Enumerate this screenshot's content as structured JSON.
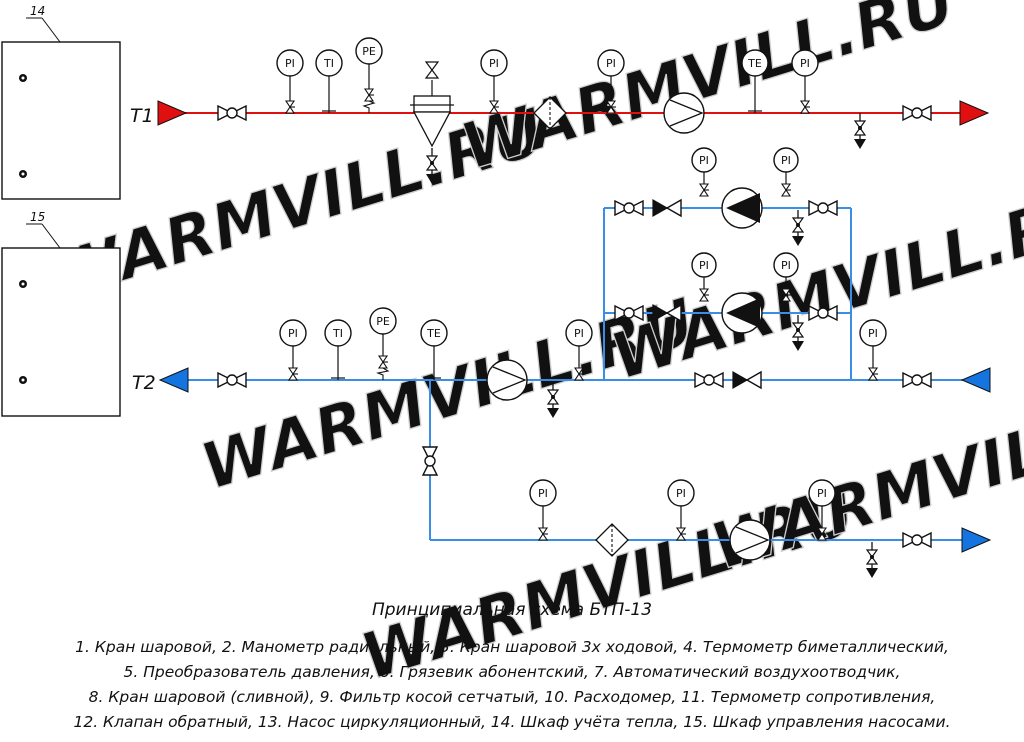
{
  "colors": {
    "supply": "#e01010",
    "return": "#1474e0",
    "pipe_blue": "#3a8ee6",
    "ink": "#111111"
  },
  "cabinets": [
    {
      "number": "14"
    },
    {
      "number": "15"
    }
  ],
  "lines": {
    "t1": "T1",
    "t2": "T2"
  },
  "instruments": {
    "pi": "PI",
    "ti": "TI",
    "pe": "PE",
    "te": "TE"
  },
  "watermark": "WARMVILL.RU",
  "title": "Принципиальная схема БТП-13",
  "legend_lines": [
    "1. Кран шаровой, 2. Манометр радиальный, 3. Кран шаровой 3х ходовой, 4. Термометр биметаллический,",
    "5. Преобразователь давления, 6. Грязевик абонентский, 7. Автоматический воздухоотводчик,",
    "8. Кран шаровой (сливной), 9. Фильтр косой сетчатый, 10. Расходомер, 11. Термометр сопротивления,",
    "12. Клапан обратный, 13. Насос циркуляционный, 14. Шкаф учёта тепла, 15. Шкаф управления насосами."
  ]
}
